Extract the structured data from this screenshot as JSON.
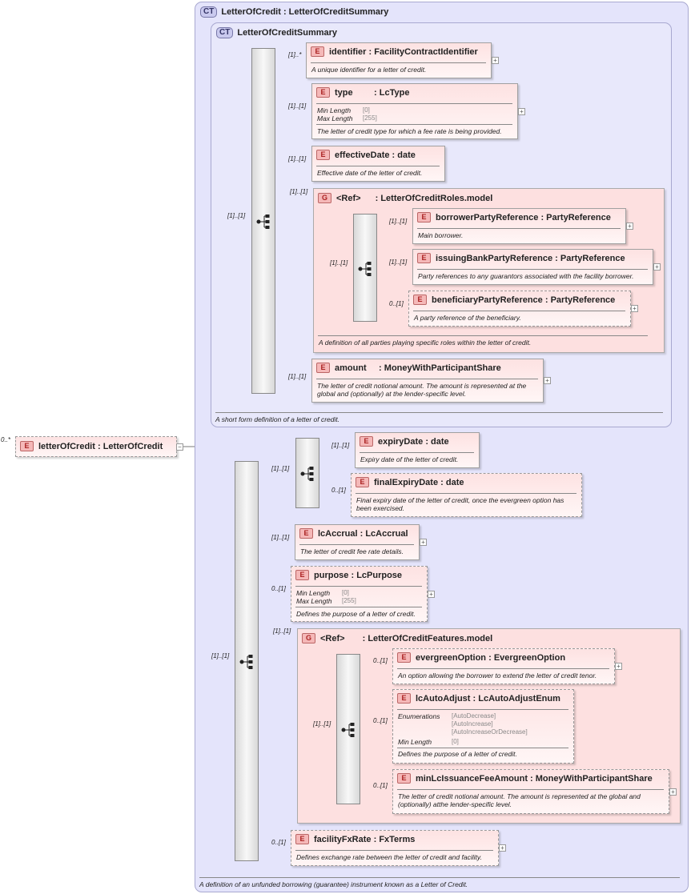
{
  "root": {
    "card": "0..*",
    "badge": "E",
    "name": "letterOfCredit",
    "type": "LetterOfCredit"
  },
  "outer_ct": {
    "badge": "CT",
    "title": "LetterOfCredit : LetterOfCreditSummary",
    "doc": "A definition of an unfunded borrowing (guarantee) instrument known as a Letter of Credit."
  },
  "inner_ct": {
    "badge": "CT",
    "title": "LetterOfCreditSummary",
    "doc": "A short form definition of a letter of credit."
  },
  "seq_cards": {
    "inner_seq": "[1]..[1]",
    "outer_seq": "[1]..[1]",
    "expiry_seq": "[1]..[1]",
    "roles_seq": "[1]..[1]",
    "features_seq": "[1]..[1]"
  },
  "elements": {
    "identifier": {
      "card": "[1]..*",
      "name": "identifier",
      "type": "FacilityContractIdentifier",
      "doc": "A unique identifier for a letter of credit."
    },
    "type": {
      "card": "[1]..[1]",
      "name": "type",
      "type": "LcType",
      "p1": "Min Length",
      "v1": "[0]",
      "p2": "Max Length",
      "v2": "[255]",
      "doc": "The letter of credit type for which a fee rate is being provided."
    },
    "effectiveDate": {
      "card": "[1]..[1]",
      "name": "effectiveDate",
      "type": "date",
      "doc": "Effective date of the letter of credit."
    },
    "borrower": {
      "card": "[1]..[1]",
      "name": "borrowerPartyReference",
      "type": "PartyReference",
      "doc": "Main borrower."
    },
    "issuing": {
      "card": "[1]..[1]",
      "name": "issuingBankPartyReference",
      "type": "PartyReference",
      "doc": "Party references to any guarantors associated with the facility borrower."
    },
    "beneficiary": {
      "card": "0..[1]",
      "name": "beneficiaryPartyReference",
      "type": "PartyReference",
      "doc": "A party reference of the beneficiary."
    },
    "amount": {
      "card": "[1]..[1]",
      "name": "amount",
      "type": "MoneyWithParticipantShare",
      "doc": "The letter of credit notional amount. The amount is represented at the global and (optionally) at the lender-specific level."
    },
    "expiryDate": {
      "card": "[1]..[1]",
      "name": "expiryDate",
      "type": "date",
      "doc": "Expiry date of the letter of credit."
    },
    "finalExpiryDate": {
      "card": "0..[1]",
      "name": "finalExpiryDate",
      "type": "date",
      "doc": "Final expiry date of the letter of credit, once the evergreen option has been exercised."
    },
    "lcAccrual": {
      "card": "[1]..[1]",
      "name": "lcAccrual",
      "type": "LcAccrual",
      "doc": "The letter of credit fee rate details."
    },
    "purpose": {
      "card": "0..[1]",
      "name": "purpose",
      "type": "LcPurpose",
      "p1": "Min Length",
      "v1": "[0]",
      "p2": "Max Length",
      "v2": "[255]",
      "doc": "Defines the purpose of a letter of credit."
    },
    "evergreen": {
      "card": "0..[1]",
      "name": "evergreenOption",
      "type": "EvergreenOption",
      "doc": "An option allowing the borrower to extend the letter of credit tenor."
    },
    "lcAutoAdjust": {
      "card": "0..[1]",
      "name": "lcAutoAdjust",
      "type": "LcAutoAdjustEnum",
      "p1": "Enumerations",
      "e1": "[AutoDecrease]",
      "e2": "[AutoIncrease]",
      "e3": "[AutoIncreaseOrDecrease]",
      "p2": "Min Length",
      "v2": "[0]",
      "doc": "Defines the purpose of a letter of credit."
    },
    "minLc": {
      "card": "0..[1]",
      "name": "minLcIssuanceFeeAmount",
      "type": "MoneyWithParticipantShare",
      "doc": "The letter of credit notional amount. The amount is represented at the global and (optionally) atthe lender-specific level."
    },
    "facilityFx": {
      "card": "0..[1]",
      "name": "facilityFxRate",
      "type": "FxTerms",
      "doc": "Defines exchange rate between the letter of credit and facility."
    }
  },
  "groups": {
    "roles": {
      "card": "[1]..[1]",
      "badge": "G",
      "ref": "<Ref>",
      "name": "LetterOfCreditRoles.model",
      "doc": "A definition of all parties playing specific roles within the letter of credit."
    },
    "features": {
      "card": "[1]..[1]",
      "badge": "G",
      "ref": "<Ref>",
      "name": "LetterOfCreditFeatures.model"
    }
  },
  "element_badge": "E",
  "plus_symbol": "+",
  "minus_symbol": "−"
}
